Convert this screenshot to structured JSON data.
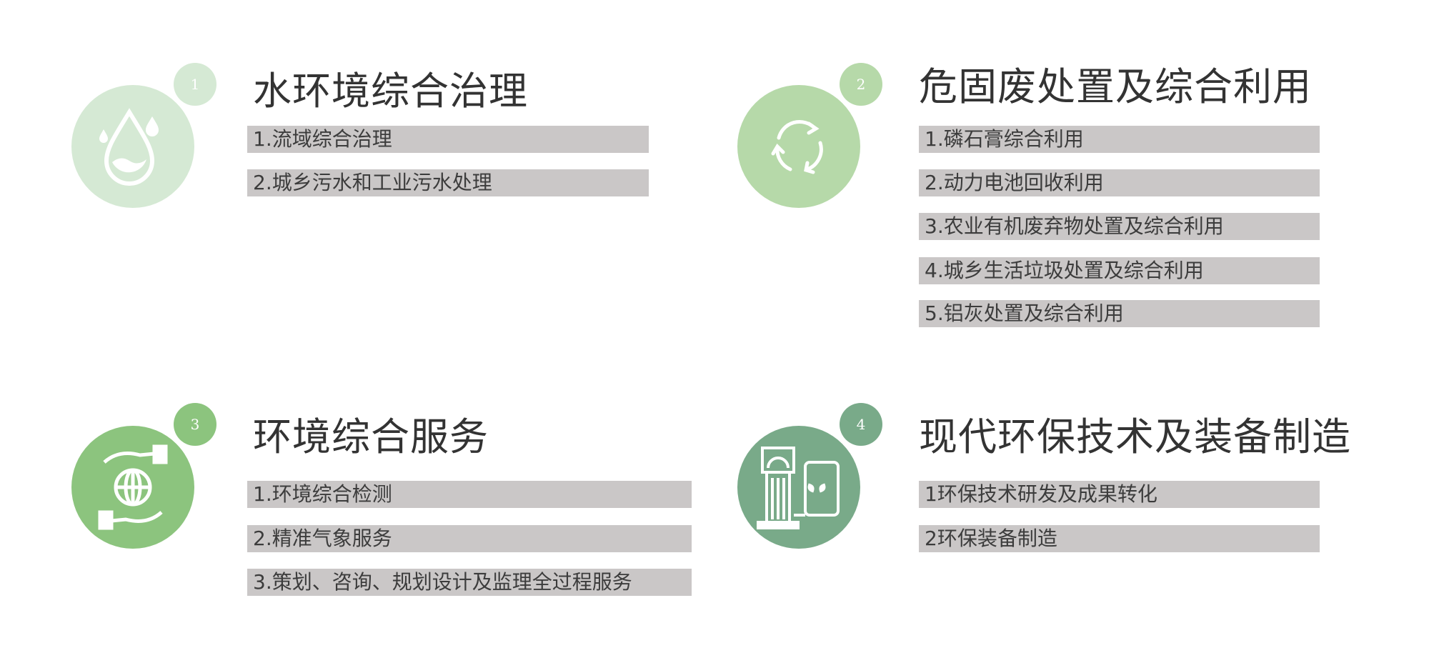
{
  "sections": [
    {
      "number": "1",
      "title": "水环境综合治理",
      "icon": "water-drop-icon",
      "color": "#d5e9d4",
      "items": [
        "1.流域综合治理",
        "2.城乡污水和工业污水处理"
      ]
    },
    {
      "number": "2",
      "title": "危固废处置及综合利用",
      "icon": "recycle-icon",
      "color": "#b6d9a9",
      "items": [
        "1.磷石膏综合利用",
        "2.动力电池回收利用",
        "3.农业有机废弃物处置及综合利用",
        "4.城乡生活垃圾处置及综合利用",
        "5.铝灰处置及综合利用"
      ]
    },
    {
      "number": "3",
      "title": "环境综合服务",
      "icon": "globe-hands-icon",
      "color": "#8cc47e",
      "items": [
        "1.环境综合检测",
        "2.精准气象服务",
        "3.策划、咨询、规划设计及监理全过程服务"
      ]
    },
    {
      "number": "4",
      "title": "现代环保技术及装备制造",
      "icon": "equipment-icon",
      "color": "#79aa89",
      "items": [
        "1环保技术研发及成果转化",
        "2环保装备制造"
      ]
    }
  ]
}
